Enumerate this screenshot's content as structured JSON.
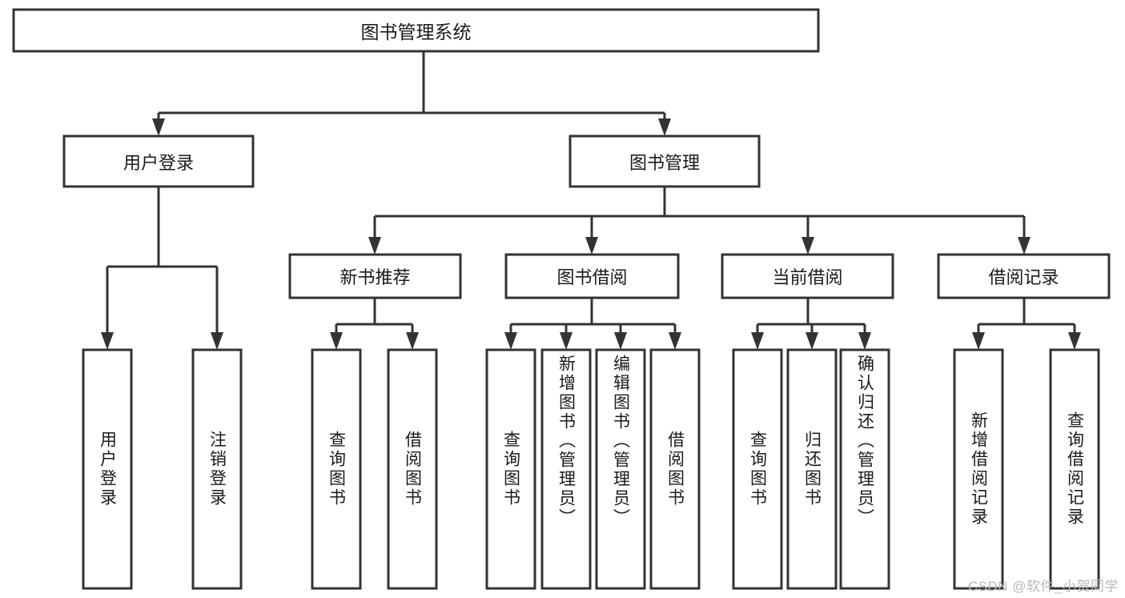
{
  "diagram": {
    "type": "tree-hierarchy",
    "title": "图书管理系统",
    "watermark": "CSDN @软件_小贺同学",
    "theme": {
      "background": "#ffffff",
      "stroke": "#333333",
      "box_fill": "#ffffff",
      "text": "#1a1a1a",
      "watermark_color": "#b9b9b9"
    },
    "root": {
      "label": "图书管理系统"
    },
    "level2": [
      {
        "label": "用户登录"
      },
      {
        "label": "图书管理"
      }
    ],
    "level3": [
      {
        "label": "新书推荐"
      },
      {
        "label": "图书借阅"
      },
      {
        "label": "当前借阅"
      },
      {
        "label": "借阅记录"
      }
    ],
    "leaves": {
      "user_login": [
        {
          "label": "用户登录"
        },
        {
          "label": "注销登录"
        }
      ],
      "new_book": [
        {
          "label": "查询图书"
        },
        {
          "label": "借阅图书"
        }
      ],
      "borrow_book": [
        {
          "label": "查询图书"
        },
        {
          "label": "新增图书（管理员）"
        },
        {
          "label": "编辑图书（管理员）"
        },
        {
          "label": "借阅图书"
        }
      ],
      "current_borrow": [
        {
          "label": "查询图书"
        },
        {
          "label": "归还图书"
        },
        {
          "label": "确认归还（管理员）"
        }
      ],
      "borrow_record": [
        {
          "label": "新增借阅记录"
        },
        {
          "label": "查询借阅记录"
        }
      ]
    }
  }
}
